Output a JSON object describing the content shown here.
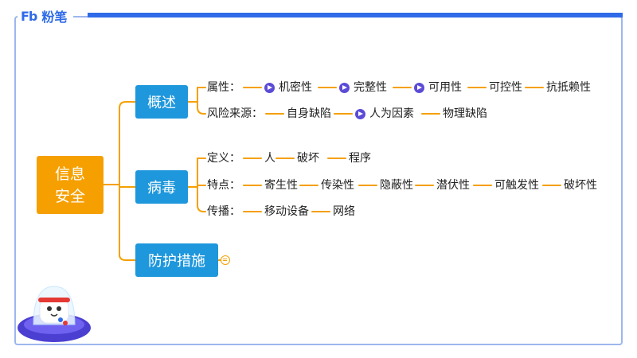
{
  "brand": {
    "mark": "Fb",
    "name": "粉笔"
  },
  "mindmap": {
    "root": {
      "line1": "信息",
      "line2": "安全"
    },
    "nodes": [
      {
        "label": "概述",
        "rows": [
          {
            "label": "属性：",
            "leaves": [
              {
                "text": "机密性",
                "flag": true
              },
              {
                "text": "完整性",
                "flag": true
              },
              {
                "text": "可用性",
                "flag": true
              },
              {
                "text": "可控性",
                "flag": false
              },
              {
                "text": "抗抵赖性",
                "flag": false
              }
            ]
          },
          {
            "label": "风险来源：",
            "leaves": [
              {
                "text": "自身缺陷",
                "flag": false
              },
              {
                "text": "人为因素",
                "flag": true
              },
              {
                "text": "物理缺陷",
                "flag": false
              }
            ]
          }
        ]
      },
      {
        "label": "病毒",
        "rows": [
          {
            "label": "定义：",
            "leaves": [
              {
                "text": "人",
                "flag": false
              },
              {
                "text": "破坏",
                "flag": false
              },
              {
                "text": "程序",
                "flag": false
              }
            ]
          },
          {
            "label": "特点：",
            "leaves": [
              {
                "text": "寄生性",
                "flag": false
              },
              {
                "text": "传染性",
                "flag": false
              },
              {
                "text": "隐蔽性",
                "flag": false
              },
              {
                "text": "潜伏性",
                "flag": false
              },
              {
                "text": "可触发性",
                "flag": false
              },
              {
                "text": "破坏性",
                "flag": false
              }
            ]
          },
          {
            "label": "传播：",
            "leaves": [
              {
                "text": "移动设备",
                "flag": false
              },
              {
                "text": "网络",
                "flag": false
              }
            ]
          }
        ]
      },
      {
        "label": "防护措施",
        "rows": []
      }
    ]
  },
  "colors": {
    "accent": "#2f6be8",
    "root": "#f5a000",
    "node": "#1e97dc",
    "line": "#f5a000",
    "flag": "#5b4bd6"
  }
}
